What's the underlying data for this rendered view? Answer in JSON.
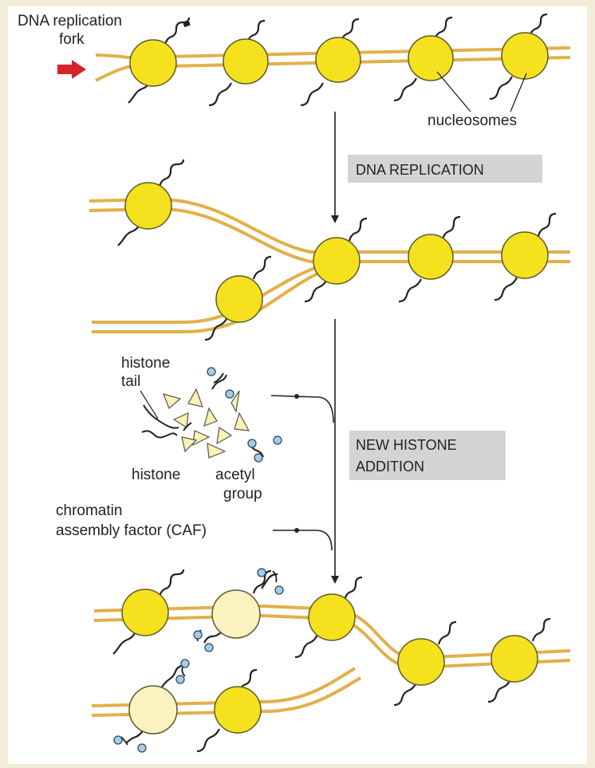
{
  "labels": {
    "fork_line1": "DNA replication",
    "fork_line2": "fork",
    "nucleosomes": "nucleosomes",
    "histone_tail_line1": "histone",
    "histone_tail_line2": "tail",
    "histone": "histone",
    "acetyl_line1": "acetyl",
    "acetyl_line2": "group",
    "caf_line1": "chromatin",
    "caf_line2": "assembly factor (CAF)"
  },
  "steps": {
    "replication": "DNA REPLICATION",
    "histone_line1": "NEW HISTONE",
    "histone_line2": "ADDITION"
  },
  "colors": {
    "background": "#f3ecd9",
    "dna_strand": "#e2b04a",
    "nucleosome_old": "#f5e11e",
    "nucleosome_new": "#faf2bf",
    "nucleosome_outline": "#5b5b2a",
    "acetyl_group": "#a9cbe4",
    "fork_arrow": "#d8232a",
    "step_box": "#d4d4d4"
  }
}
